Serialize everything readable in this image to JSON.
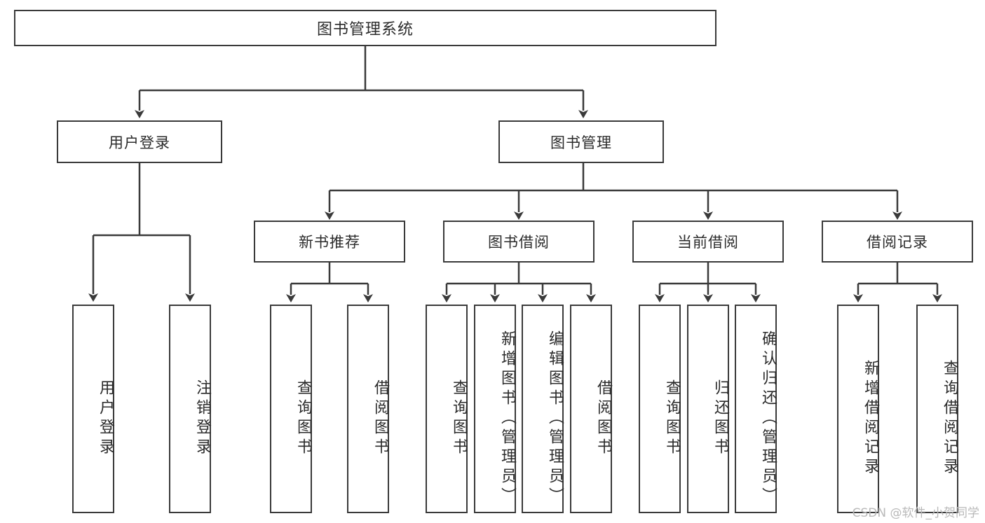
{
  "diagram": {
    "title": "图书管理系统",
    "type": "tree",
    "root": {
      "label": "图书管理系统",
      "children": [
        {
          "label": "用户登录",
          "children": [
            {
              "label": "用户登录"
            },
            {
              "label": "注销登录"
            }
          ]
        },
        {
          "label": "图书管理",
          "children": [
            {
              "label": "新书推荐",
              "children": [
                {
                  "label": "查询图书"
                },
                {
                  "label": "借阅图书"
                }
              ]
            },
            {
              "label": "图书借阅",
              "children": [
                {
                  "label": "查询图书"
                },
                {
                  "label": "新增图书（管理员）"
                },
                {
                  "label": "编辑图书（管理员）"
                },
                {
                  "label": "借阅图书"
                }
              ]
            },
            {
              "label": "当前借阅",
              "children": [
                {
                  "label": "查询图书"
                },
                {
                  "label": "归还图书"
                },
                {
                  "label": "确认归还（管理员）"
                }
              ]
            },
            {
              "label": "借阅记录",
              "children": [
                {
                  "label": "新增借阅记录"
                },
                {
                  "label": "查询借阅记录"
                }
              ]
            }
          ]
        }
      ]
    }
  },
  "nodes": {
    "root": "图书管理系统",
    "user_login": "用户登录",
    "book_manage": "图书管理",
    "new_book_rec": "新书推荐",
    "book_borrow": "图书借阅",
    "current_borrow": "当前借阅",
    "borrow_record": "借阅记录",
    "leaf_user_login": "用户登录",
    "leaf_logout": "注销登录",
    "leaf_query_book_1": "查询图书",
    "leaf_borrow_book_1": "借阅图书",
    "leaf_query_book_2": "查询图书",
    "leaf_add_book": "新增图书（管理员）",
    "leaf_edit_book": "编辑图书（管理员）",
    "leaf_borrow_book_2": "借阅图书",
    "leaf_query_book_3": "查询图书",
    "leaf_return_book": "归还图书",
    "leaf_confirm_return": "确认归还（管理员）",
    "leaf_add_record": "新增借阅记录",
    "leaf_query_record": "查询借阅记录"
  },
  "watermark": {
    "text": "CSDN @软件_小贺同学"
  },
  "colors": {
    "stroke": "#3a3a3a",
    "text": "#2b2b2b",
    "background": "#ffffff",
    "watermark": "#b9b9b9"
  }
}
